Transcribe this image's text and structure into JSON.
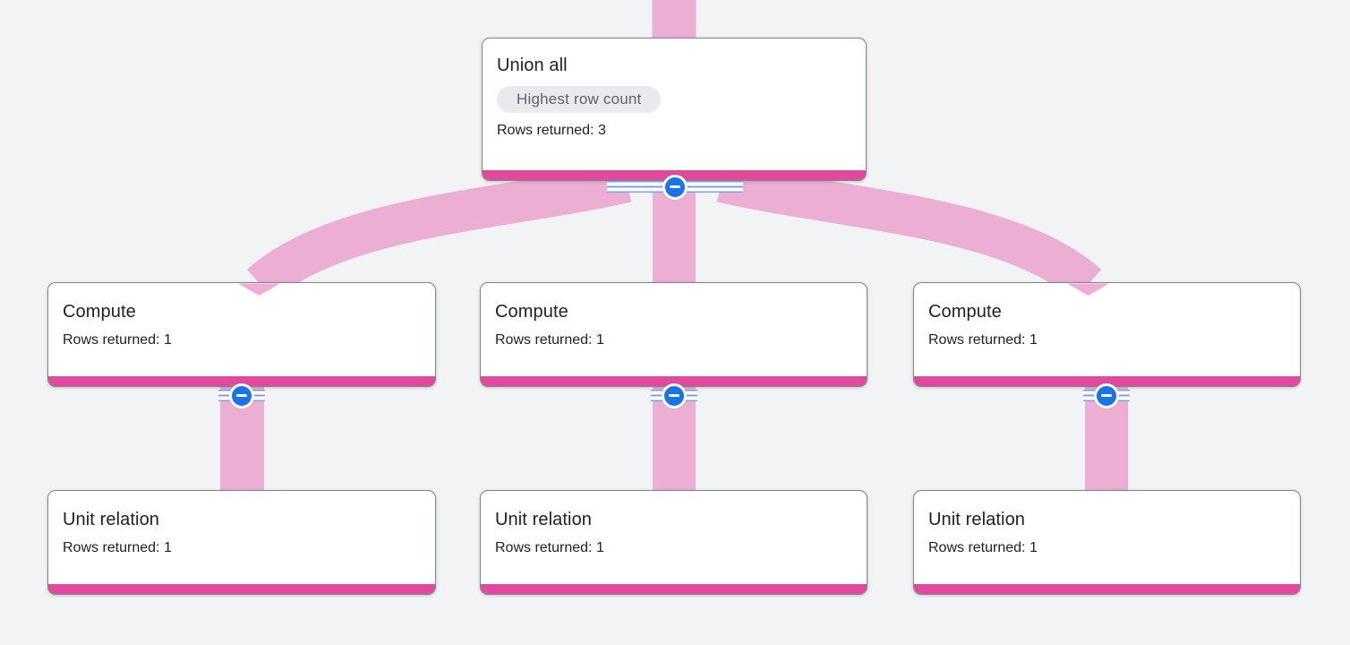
{
  "colors": {
    "bg": "#f1f3f4",
    "card-bg": "#ffffff",
    "card-border": "#80868b",
    "accent-bar": "#e0499c",
    "edge-pink": "#ecaed3",
    "collapse-blue": "#1a73e8",
    "stripe-blue": "#7ba1ec",
    "title-text": "#202124",
    "body-text": "#202124",
    "badge-bg": "#e8eaed",
    "badge-text": "#5f6368"
  },
  "graph": {
    "root": {
      "title": "Union all",
      "badge": "Highest row count",
      "rows": "Rows returned: 3"
    },
    "compute_left": {
      "title": "Compute",
      "rows": "Rows returned: 1"
    },
    "compute_center": {
      "title": "Compute",
      "rows": "Rows returned: 1"
    },
    "compute_right": {
      "title": "Compute",
      "rows": "Rows returned: 1"
    },
    "unit_left": {
      "title": "Unit relation",
      "rows": "Rows returned: 1"
    },
    "unit_center": {
      "title": "Unit relation",
      "rows": "Rows returned: 1"
    },
    "unit_right": {
      "title": "Unit relation",
      "rows": "Rows returned: 1"
    }
  },
  "icons": {
    "collapse": "minus"
  }
}
